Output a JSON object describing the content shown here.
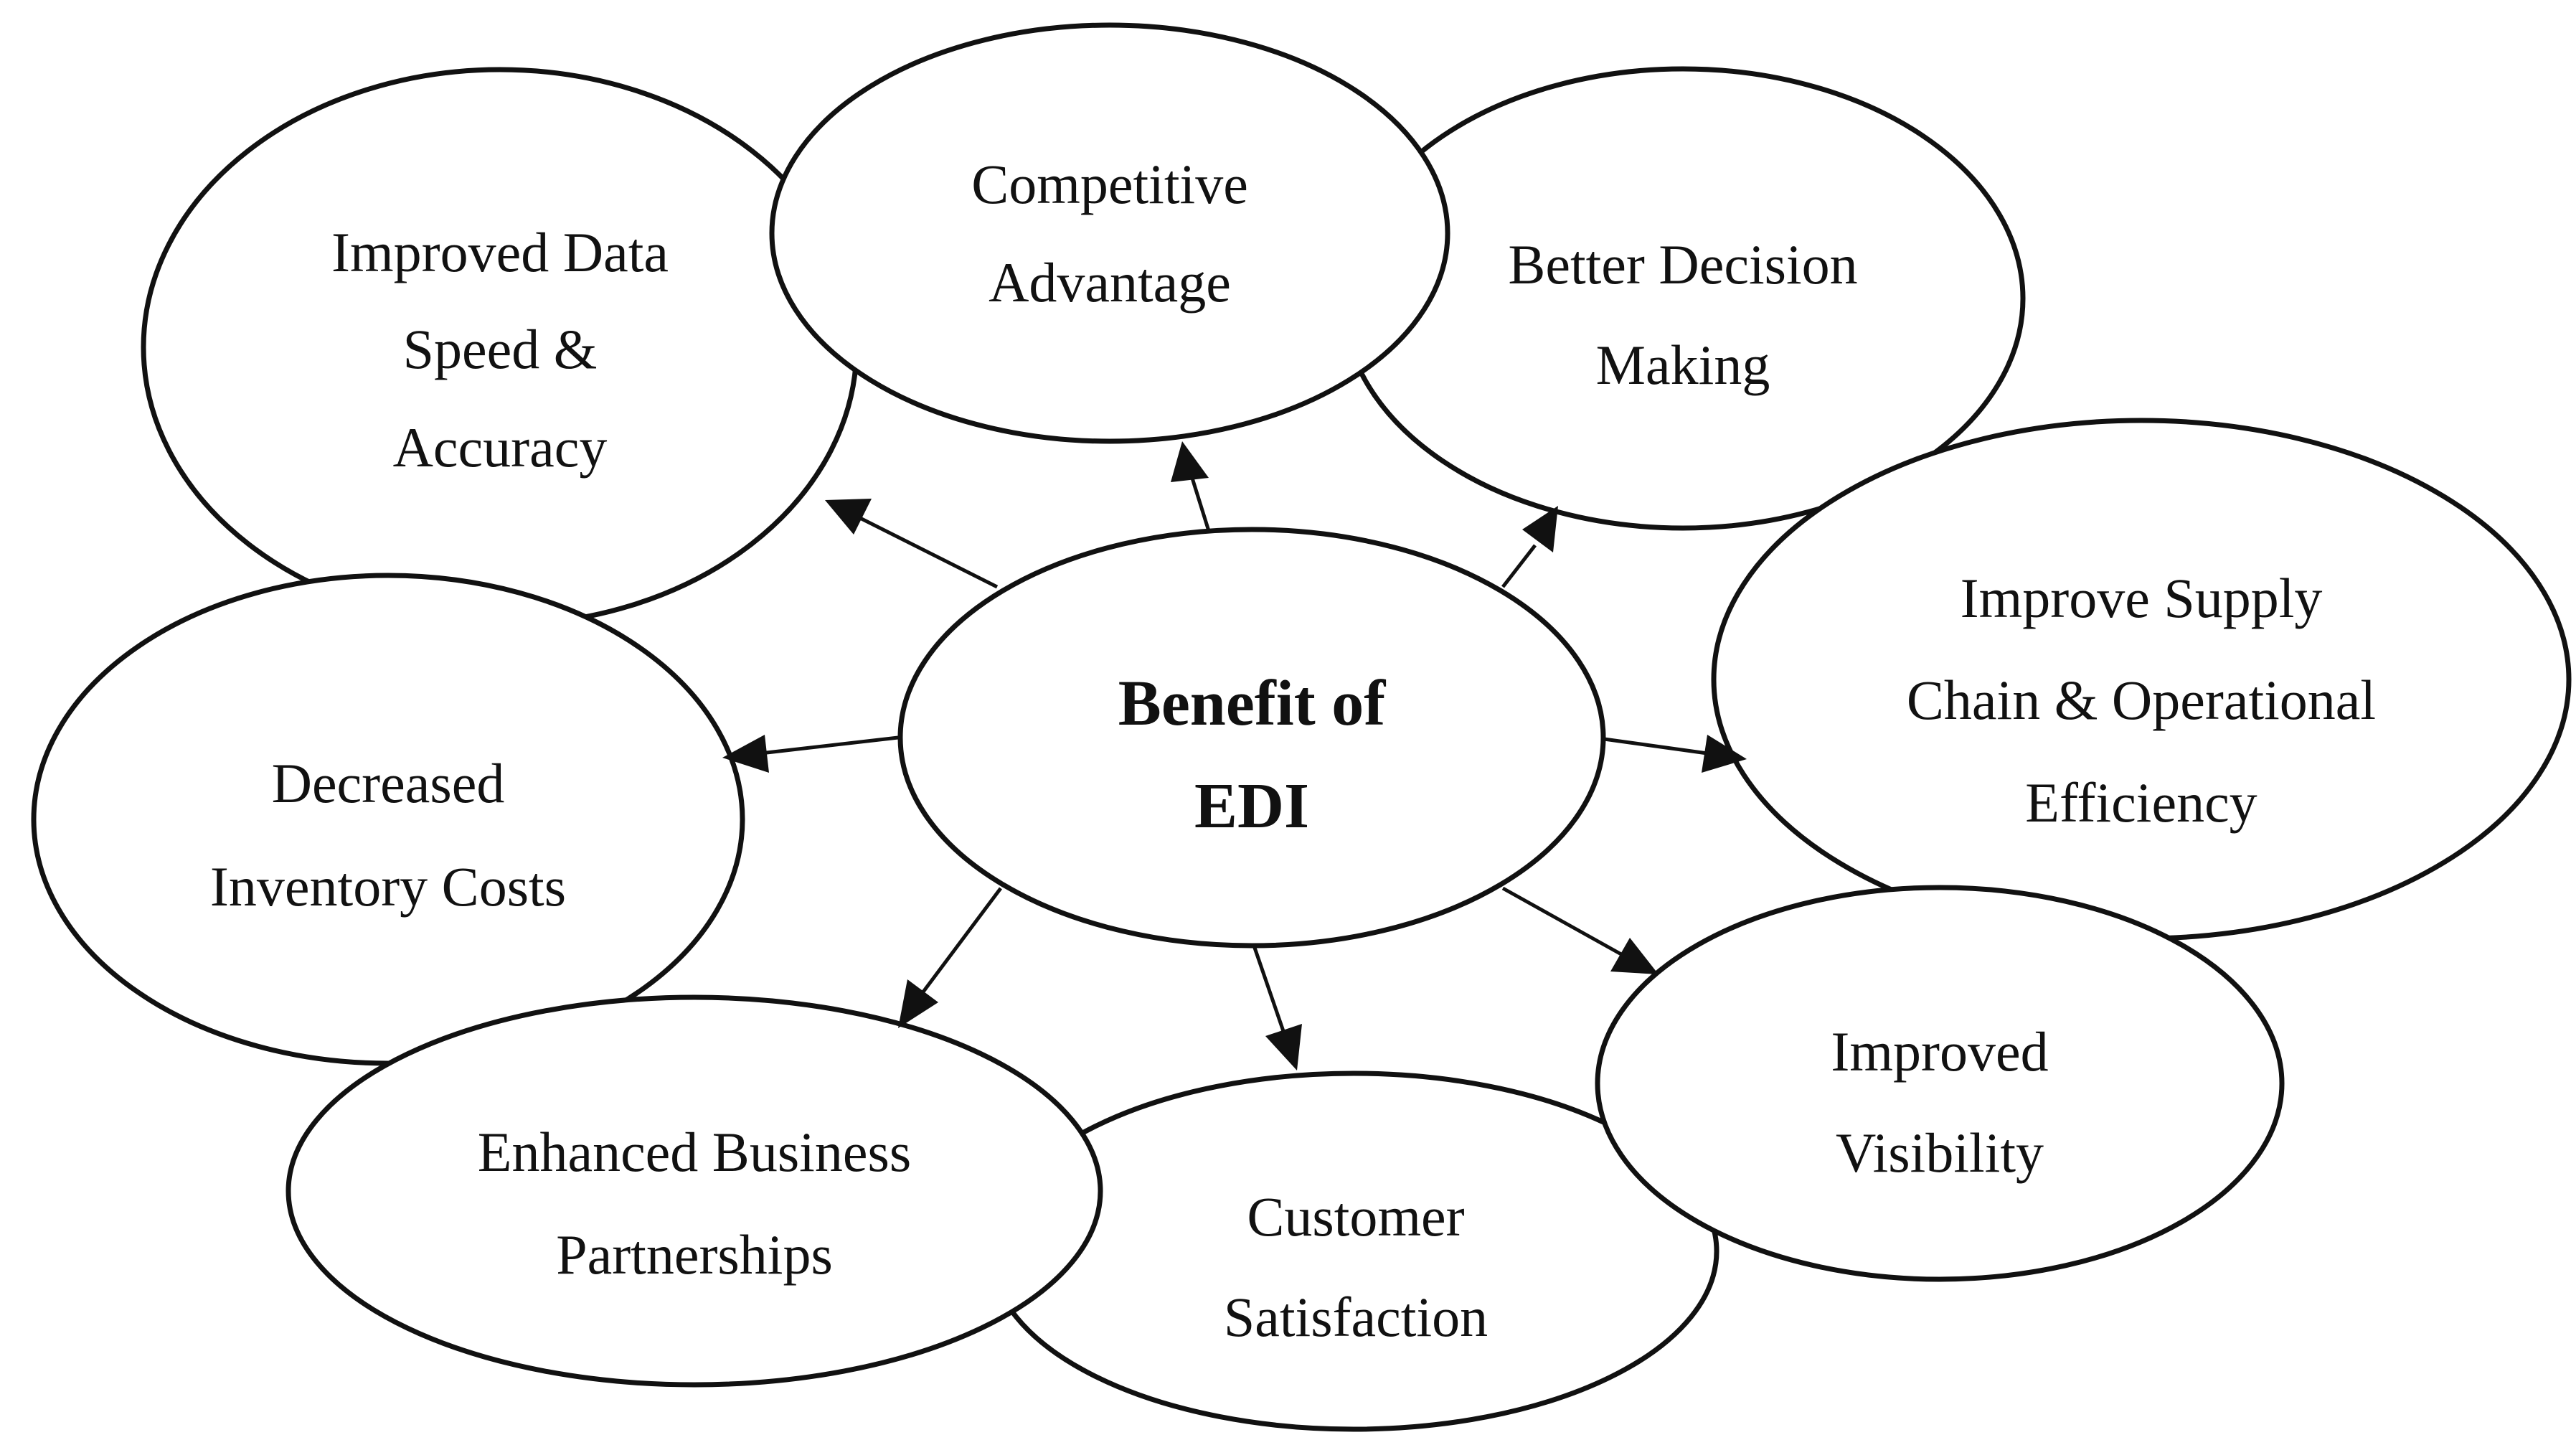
{
  "center": {
    "line1": "Benefit of",
    "line2": "EDI"
  },
  "nodes": {
    "improved_data": {
      "line1": "Improved Data",
      "line2": "Speed &",
      "line3": "Accuracy"
    },
    "competitive_advantage": {
      "line1": "Competitive",
      "line2": "Advantage"
    },
    "better_decision": {
      "line1": "Better Decision",
      "line2": "Making"
    },
    "supply_chain": {
      "line1": "Improve Supply",
      "line2": "Chain & Operational",
      "line3": "Efficiency"
    },
    "decreased_inventory": {
      "line1": "Decreased",
      "line2": "Inventory Costs"
    },
    "enhanced_partnerships": {
      "line1": "Enhanced Business",
      "line2": "Partnerships"
    },
    "customer_satisfaction": {
      "line1": "Customer",
      "line2": "Satisfaction"
    },
    "improved_visibility": {
      "line1": "Improved",
      "line2": "Visibility"
    }
  },
  "colors": {
    "stroke": "#111111",
    "background": "#ffffff"
  }
}
